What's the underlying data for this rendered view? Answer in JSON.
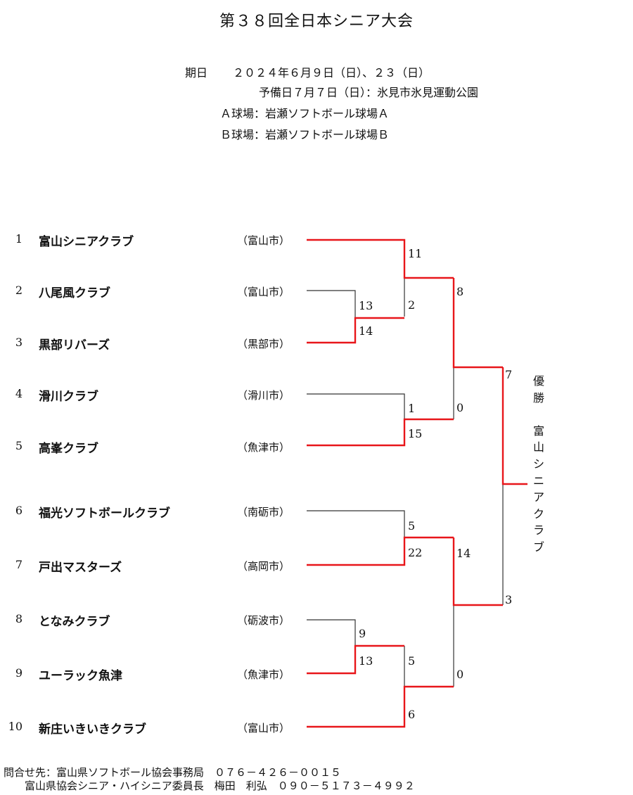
{
  "title": "第３８回全日本シニア大会",
  "info": {
    "dates_label": "期日",
    "dates": "２０２４年６月９日（日）、２３（日）",
    "reserve": "予備日７月７日（日）：氷見市氷見運動公園",
    "field_a": "Ａ球場：岩瀬ソフトボール球場Ａ",
    "field_b": "Ｂ球場：岩瀬ソフトボール球場Ｂ"
  },
  "teams": [
    {
      "num": "1",
      "name": "富山シニアクラブ",
      "city": "（富山市）"
    },
    {
      "num": "2",
      "name": "八尾風クラブ",
      "city": "（富山市）"
    },
    {
      "num": "3",
      "name": "黒部リバーズ",
      "city": "（黒部市）"
    },
    {
      "num": "4",
      "name": "滑川クラブ",
      "city": "（滑川市）"
    },
    {
      "num": "5",
      "name": "高峯クラブ",
      "city": "（魚津市）"
    },
    {
      "num": "6",
      "name": "福光ソフトボールクラブ",
      "city": "（南砺市）"
    },
    {
      "num": "7",
      "name": "戸出マスターズ",
      "city": "（高岡市）"
    },
    {
      "num": "8",
      "name": "となみクラブ",
      "city": "（砺波市）"
    },
    {
      "num": "9",
      "name": "ユーラック魚津",
      "city": "（魚津市）"
    },
    {
      "num": "10",
      "name": "新庄いきいきクラブ",
      "city": "（富山市）"
    }
  ],
  "scores": {
    "g_2_3_top": "13",
    "g_2_3_bot": "14",
    "g_8_9_top": "9",
    "g_8_9_bot": "13",
    "r2_a_top": "11",
    "r2_a_bot": "2",
    "r2_b_top": "1",
    "r2_b_bot": "15",
    "r2_c_top": "5",
    "r2_c_bot": "22",
    "r2_d_top": "5",
    "r2_d_bot": "6",
    "semi_1_top": "8",
    "semi_1_bot": "0",
    "semi_2_top": "14",
    "semi_2_bot": "0",
    "final_top": "7",
    "final_bot": "3"
  },
  "champion": {
    "label": [
      "優",
      "勝"
    ],
    "team": [
      "富",
      "山",
      "シ",
      "ニ",
      "ア",
      "ク",
      "ラ",
      "ブ"
    ]
  },
  "footer": {
    "line1": "問合せ先：富山県ソフトボール協会事務局　０７６－４２６－００１５",
    "line2": "　　富山県協会シニア・ハイシニア委員長　梅田　利弘　０９０－５１７３－４９９２"
  },
  "colors": {
    "winner_line": "#e8161a",
    "normal_line": "#333333"
  }
}
